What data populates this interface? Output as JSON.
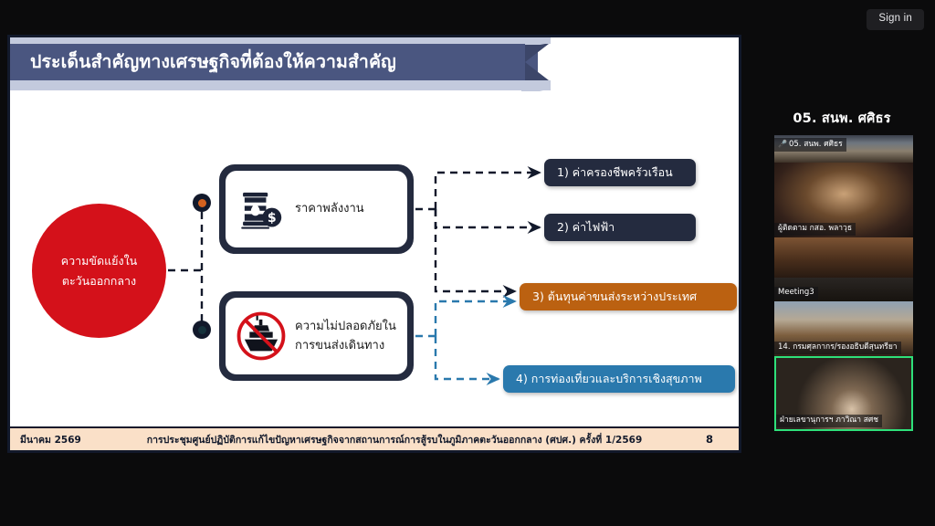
{
  "topbar": {
    "signin_label": "Sign in"
  },
  "slide": {
    "title": "ประเด็นสำคัญทางเศรษฐกิจที่ต้องให้ความสำคัญ",
    "center_circle": {
      "line1": "ความขัดแย้งใน",
      "line2": "ตะวันออกกลาง"
    },
    "cause_boxes": [
      {
        "id": "energy-price",
        "label": "ราคาพลังงาน",
        "icon": "oil-barrel-dollar-icon"
      },
      {
        "id": "transport-insecurity",
        "label_line1": "ความไม่ปลอดภัยใน",
        "label_line2": "การขนส่งเดินทาง",
        "icon": "no-ship-icon"
      }
    ],
    "effect_boxes": [
      {
        "id": "household-cost",
        "label": "1) ค่าครองชีพครัวเรือน",
        "color": "#242b3f"
      },
      {
        "id": "electricity-cost",
        "label": "2) ค่าไฟฟ้า",
        "color": "#242b3f"
      },
      {
        "id": "intl-freight-cost",
        "label": "3) ต้นทุนค่าขนส่งระหว่างประเทศ",
        "color": "#bb6111"
      },
      {
        "id": "tourism-health-services",
        "label": "4) การท่องเที่ยวและบริการเชิงสุขภาพ",
        "color": "#2a79ad"
      }
    ],
    "footer": {
      "date": "มีนาคม 2569",
      "title": "การประชุมศูนย์ปฏิบัติการแก้ไขปัญหาเศรษฐกิจจากสถานการณ์การสู้รบในภูมิภาคตะวันออกกลาง (ศปศ.) ครั้งที่ 1/2569",
      "page": "8"
    }
  },
  "video_panel": {
    "active_speaker_title": "05. สนพ. ศศิธร",
    "thumbnails": [
      {
        "label": "05. สนพ. ศศิธร",
        "mic": "muted-mic-icon",
        "label_position": "top"
      },
      {
        "label": "ผู้ติดตาม กสอ. พลาวุธ",
        "label_position": "bottom"
      },
      {
        "label": "",
        "label_position": "bottom"
      },
      {
        "label": "Meeting3",
        "label_position": "bottom"
      },
      {
        "label": "14. กรมศุลกากร/รองอธิบดีสุนทรียา",
        "label_position": "bottom"
      },
      {
        "label": "ฝ่ายเลขานุการฯ ภาวิณา สศช",
        "label_position": "bottom",
        "active": true
      }
    ]
  },
  "colors": {
    "title_bar": "#4a5680",
    "title_bar_light": "#c3cadd",
    "dark_navy": "#242b3f",
    "red_circle": "#d4111a",
    "orange": "#bb6111",
    "blue": "#2a79ad",
    "footer_bg": "#fae0c8",
    "active_speaker_border": "#2ee07a"
  }
}
